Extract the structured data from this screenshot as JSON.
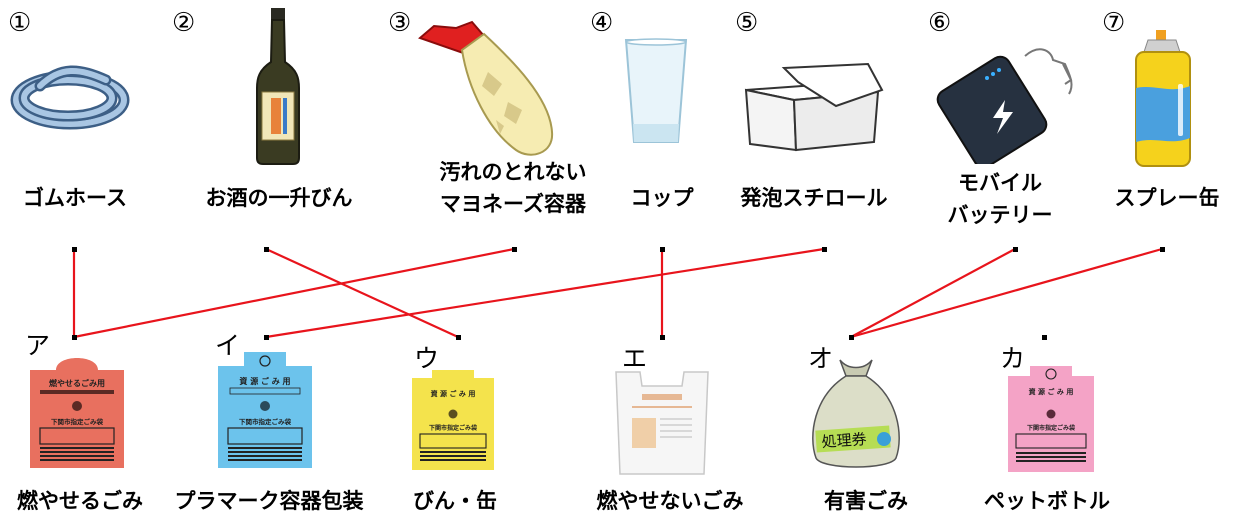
{
  "items": [
    {
      "number": "①",
      "label": "ゴムホース",
      "icon": "rubber-hose-icon"
    },
    {
      "number": "②",
      "label": "お酒の一升びん",
      "icon": "sake-bottle-icon"
    },
    {
      "number": "③",
      "label_line1": "汚れのとれない",
      "label_line2": "マヨネーズ容器",
      "icon": "mayonnaise-container-icon"
    },
    {
      "number": "④",
      "label": "コップ",
      "icon": "glass-cup-icon"
    },
    {
      "number": "⑤",
      "label": "発泡スチロール",
      "icon": "styrofoam-box-icon"
    },
    {
      "number": "⑥",
      "label_line1": "モバイル",
      "label_line2": "バッテリー",
      "icon": "mobile-battery-icon"
    },
    {
      "number": "⑦",
      "label": "スプレー缶",
      "icon": "spray-can-icon"
    }
  ],
  "categories": [
    {
      "kana": "ア",
      "label": "燃やせるごみ",
      "color": "#e8705f",
      "icon": "burnable-bag-icon"
    },
    {
      "kana": "イ",
      "label": "プラマーク容器包装",
      "color": "#6cc3ec",
      "icon": "plastic-bag-icon"
    },
    {
      "kana": "ウ",
      "label": "びん・缶",
      "color": "#f4e34c",
      "icon": "bottle-can-bag-icon"
    },
    {
      "kana": "エ",
      "label": "燃やせないごみ",
      "color": "#f2f2f2",
      "icon": "nonburnable-bag-icon"
    },
    {
      "kana": "オ",
      "label": "有害ごみ",
      "color": "#d9dcc4",
      "icon": "hazardous-bag-icon"
    },
    {
      "kana": "カ",
      "label": "ペットボトル",
      "color": "#f4a3c6",
      "icon": "pet-bottle-bag-icon"
    }
  ],
  "bag_text": {
    "burnable_title": "燃やせるごみ用",
    "resource_title": "資 源 ご み 用",
    "city_designated": "下関市指定ごみ袋",
    "hazard_ticket": "処理券"
  },
  "connections": [
    {
      "item": "①",
      "category": "ア"
    },
    {
      "item": "②",
      "category": "ウ"
    },
    {
      "item": "③",
      "category": "ア"
    },
    {
      "item": "④",
      "category": "エ"
    },
    {
      "item": "⑤",
      "category": "イ"
    },
    {
      "item": "⑥",
      "category": "オ"
    },
    {
      "item": "⑦",
      "category": "オ"
    }
  ],
  "line_color": "#e8141c"
}
